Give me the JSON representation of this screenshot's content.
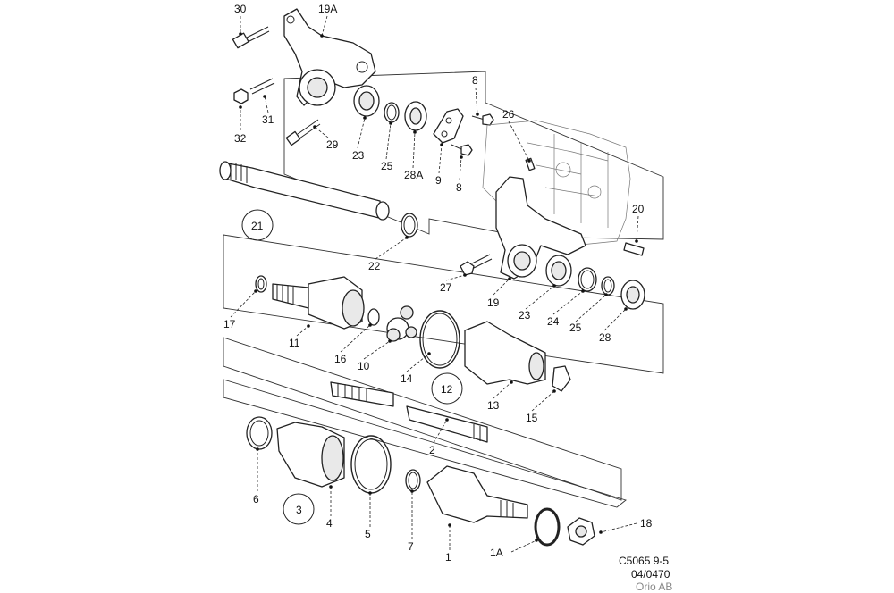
{
  "diagram": {
    "code": "C5065 9-5",
    "date": "04/0470",
    "copyright": "Orio AB",
    "labels": {
      "l30": "30",
      "l19A": "19A",
      "l31": "31",
      "l32": "32",
      "l29": "29",
      "l23a": "23",
      "l25a": "25",
      "l28A": "28A",
      "l9": "9",
      "l8a": "8",
      "l8b": "8",
      "l26": "26",
      "l20": "20",
      "l21": "21",
      "l22": "22",
      "l27": "27",
      "l19": "19",
      "l23b": "23",
      "l24": "24",
      "l25b": "25",
      "l28": "28",
      "l17": "17",
      "l11": "11",
      "l16": "16",
      "l10": "10",
      "l14": "14",
      "l12": "12",
      "l13": "13",
      "l15": "15",
      "l2": "2",
      "l6": "6",
      "l3": "3",
      "l4": "4",
      "l5": "5",
      "l7": "7",
      "l1": "1",
      "l1A": "1A",
      "l18": "18"
    }
  }
}
